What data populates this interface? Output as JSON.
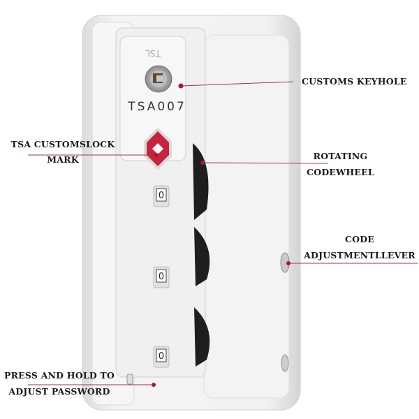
{
  "product": {
    "engraving_top": "TSL",
    "engraving_model": "TSA007",
    "wheel_digits": [
      "0",
      "0",
      "0"
    ]
  },
  "callouts": {
    "customs_keyhole": "CUSTOMS KEYHOLE",
    "tsa_mark_line1": "TSA CUSTOMSLOCK",
    "tsa_mark_line2": "MARK",
    "codewheel_line1": "ROTATING",
    "codewheel_line2": "CODEWHEEL",
    "lever_line1": "CODE",
    "lever_line2": "ADJUSTMENTLLEVER",
    "press_line1": "PRESS AND HOLD TO",
    "press_line2": "ADJUST PASSWORD"
  },
  "colors": {
    "accent": "#b3122e",
    "leader": "#9a3a40",
    "body": "#ececec",
    "wheel": "#1e1e1e"
  }
}
